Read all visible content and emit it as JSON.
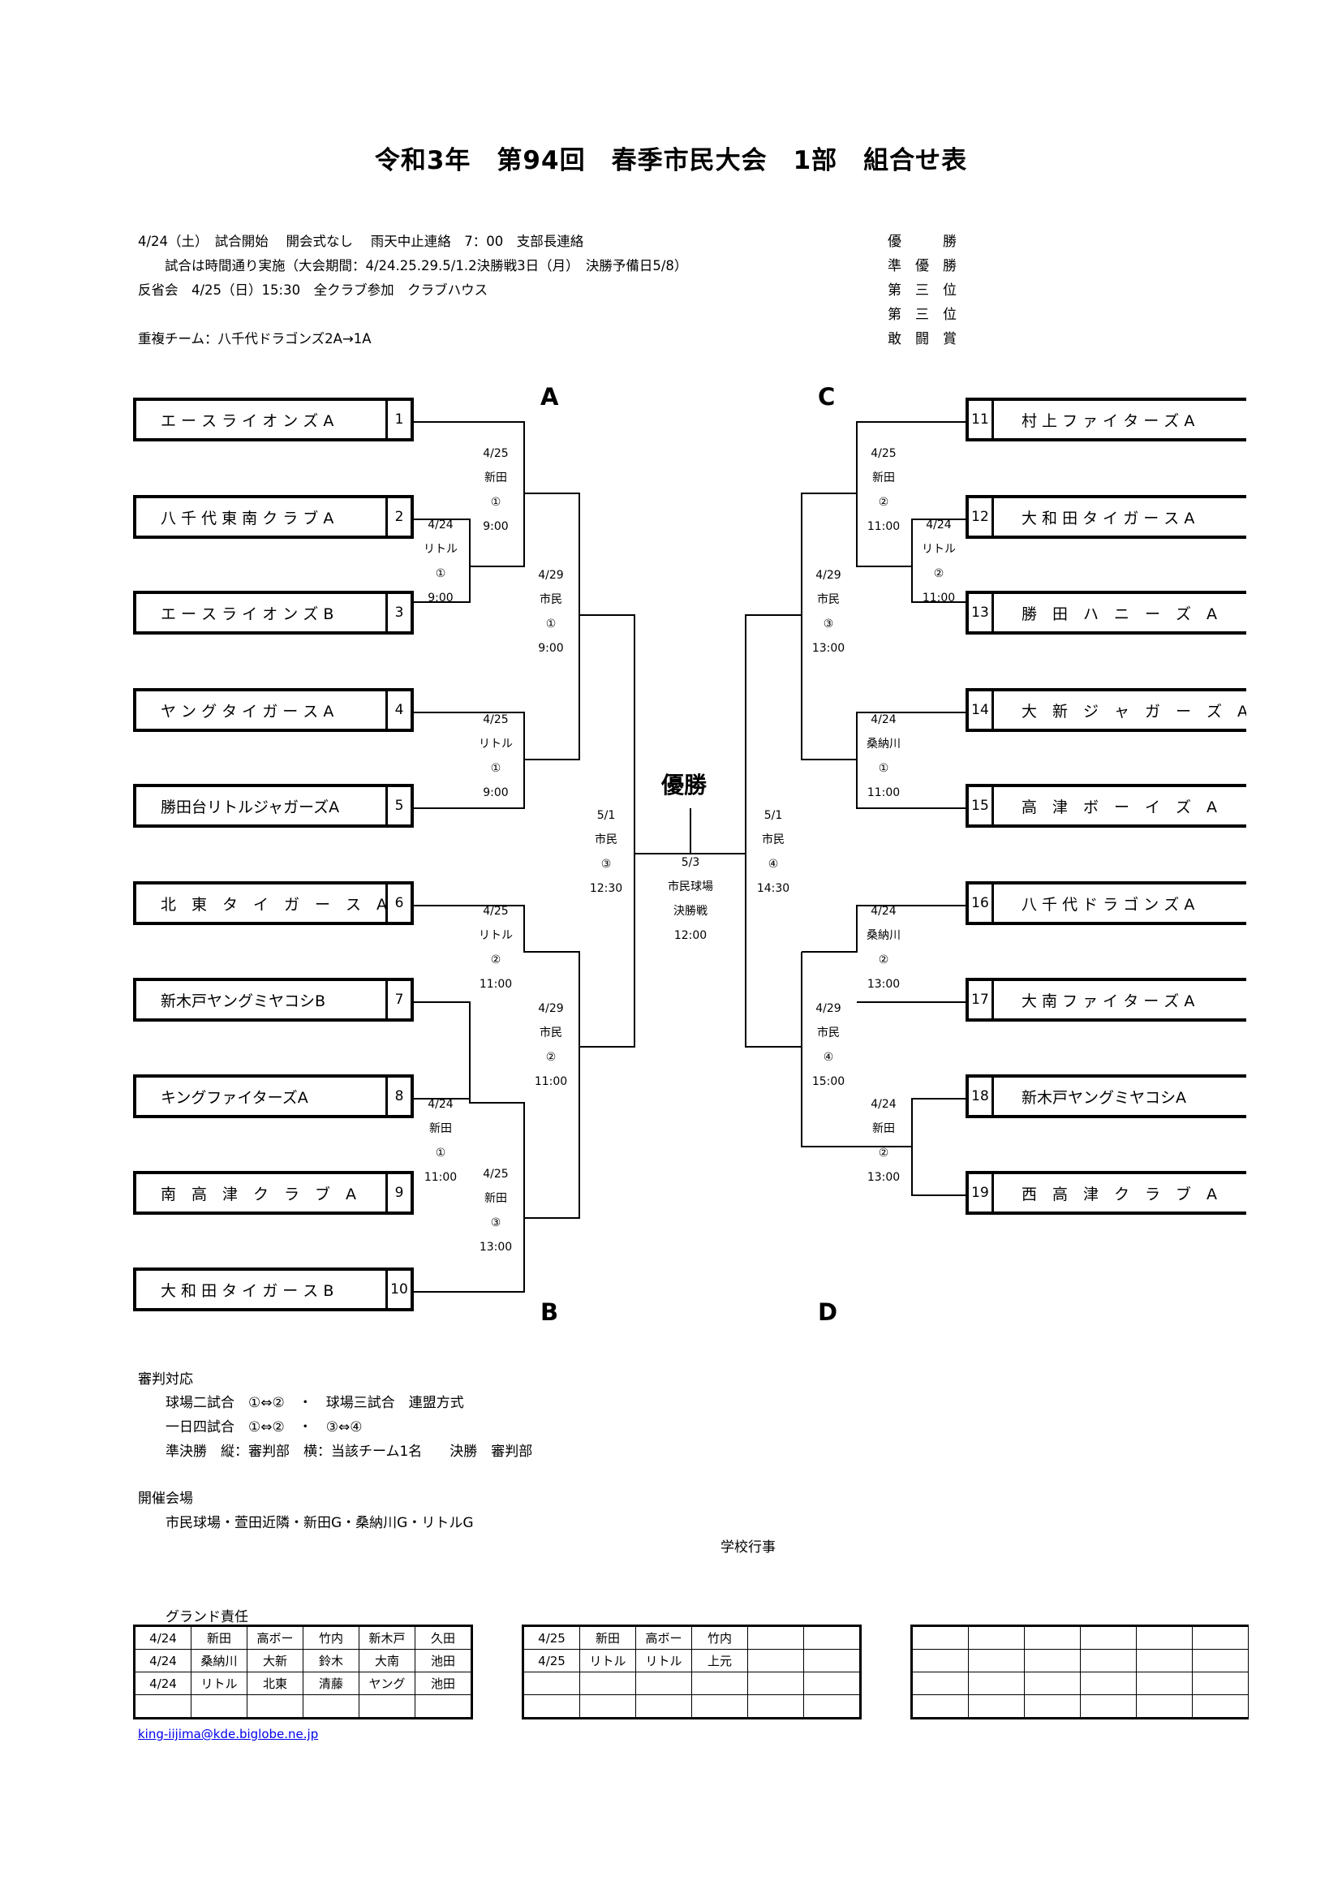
{
  "title": "令和3年　第94回　春季市民大会　1部　組合せ表",
  "info": [
    "4/24（土）　試合開始　 開会式なし　 雨天中止連絡　7：00　支部長連絡",
    "　　試合は時間通り実施（大会期間：4/24.25.29.5/1.2決勝戦3日（月）　決勝予備日5/8）",
    "反省会　4/25（日）15:30　全クラブ参加　クラブハウス",
    "",
    "重複チーム：八千代ドラゴンズ2A→1A"
  ],
  "awards": [
    "優　　　勝",
    "準　優　勝",
    "第　三　位",
    "第　三　位",
    "敢　闘　賞"
  ],
  "groups": {
    "A": "A",
    "B": "B",
    "C": "C",
    "D": "D"
  },
  "teams_left": [
    {
      "no": "1",
      "name": "エ ー ス ラ イ オ ン ズ A"
    },
    {
      "no": "2",
      "name": "八 千 代 東 南 ク ラ ブ A"
    },
    {
      "no": "3",
      "name": "エ ー ス ラ イ オ ン ズ B"
    },
    {
      "no": "4",
      "name": "ヤ ン グ タ イ ガ ー ス A"
    },
    {
      "no": "5",
      "name": "勝田台リトルジャガーズA"
    },
    {
      "no": "6",
      "name": "北　東　タ　イ　ガ　ー　ス　A"
    },
    {
      "no": "7",
      "name": "新木戸ヤングミヤコシB"
    },
    {
      "no": "8",
      "name": "キングファイターズA"
    },
    {
      "no": "9",
      "name": "南　高　津　ク　ラ　ブ　A"
    },
    {
      "no": "10",
      "name": "大 和 田 タ イ ガ ー ス B"
    }
  ],
  "teams_right": [
    {
      "no": "11",
      "name": "村 上 フ ァ イ タ ー ズ A"
    },
    {
      "no": "12",
      "name": "大 和 田 タ イ ガ ー ス A"
    },
    {
      "no": "13",
      "name": "勝　田　ハ　ニ　ー　ズ　A"
    },
    {
      "no": "14",
      "name": "大　新　ジ　ャ　ガ　ー　ズ　A"
    },
    {
      "no": "15",
      "name": "高　津　ボ　ー　イ　ズ　A"
    },
    {
      "no": "16",
      "name": "八 千 代 ド ラ ゴ ン ズ A"
    },
    {
      "no": "17",
      "name": "大 南 フ ァ イ タ ー ズ A"
    },
    {
      "no": "18",
      "name": "新木戸ヤングミヤコシA"
    },
    {
      "no": "19",
      "name": "西　高　津　ク　ラ　ブ　A"
    }
  ],
  "matches": {
    "l1": [
      "4/24",
      "リトル",
      "①",
      "9:00"
    ],
    "l2": [
      "4/25",
      "新田",
      "①",
      "9:00"
    ],
    "l3": [
      "4/25",
      "リトル",
      "①",
      "9:00"
    ],
    "l4": [
      "4/25",
      "リトル",
      "②",
      "11:00"
    ],
    "l5": [
      "4/24",
      "新田",
      "①",
      "11:00"
    ],
    "l6": [
      "4/25",
      "新田",
      "③",
      "13:00"
    ],
    "l7": [
      "4/29",
      "市民",
      "①",
      "9:00"
    ],
    "l8": [
      "4/29",
      "市民",
      "②",
      "11:00"
    ],
    "l9": [
      "5/1",
      "市民",
      "③",
      "12:30"
    ],
    "r1": [
      "4/25",
      "新田",
      "②",
      "11:00"
    ],
    "r2": [
      "4/24",
      "リトル",
      "②",
      "11:00"
    ],
    "r3": [
      "4/24",
      "桑納川",
      "①",
      "11:00"
    ],
    "r4": [
      "4/24",
      "桑納川",
      "②",
      "13:00"
    ],
    "r5": [
      "4/24",
      "新田",
      "②",
      "13:00"
    ],
    "r6": [
      "4/29",
      "市民",
      "③",
      "13:00"
    ],
    "r7": [
      "4/29",
      "市民",
      "④",
      "15:00"
    ],
    "r8": [
      "5/1",
      "市民",
      "④",
      "14:30"
    ],
    "final": [
      "5/3",
      "市民球場",
      "決勝戦",
      "12:00"
    ]
  },
  "champion_label": "優勝",
  "referee": {
    "heading": "審判対応",
    "lines": [
      "　　球場二試合　①⇔②　・　球場三試合　連盟方式",
      "　　一日四試合　①⇔②　・　③⇔④",
      "　　準決勝　縦：審判部　横：当該チーム1名　　決勝　審判部"
    ]
  },
  "venue": {
    "heading": "開催会場",
    "line": "　　市民球場・萱田近隣・新田G・桑納川G・リトルG"
  },
  "school_event": "学校行事",
  "ground": {
    "heading": "グランド責任",
    "table1": [
      [
        "4/24",
        "新田",
        "高ボー",
        "竹内",
        "新木戸",
        "久田"
      ],
      [
        "4/24",
        "桑納川",
        "大新",
        "鈴木",
        "大南",
        "池田"
      ],
      [
        "4/24",
        "リトル",
        "北東",
        "清藤",
        "ヤング",
        "池田"
      ],
      [
        "",
        "",
        "",
        "",
        "",
        ""
      ]
    ],
    "table2": [
      [
        "4/25",
        "新田",
        "高ボー",
        "竹内",
        "",
        ""
      ],
      [
        "4/25",
        "リトル",
        "リトル",
        "上元",
        "",
        ""
      ],
      [
        "",
        "",
        "",
        "",
        "",
        ""
      ],
      [
        "",
        "",
        "",
        "",
        "",
        ""
      ]
    ],
    "table3": [
      [
        "",
        "",
        "",
        "",
        "",
        ""
      ],
      [
        "",
        "",
        "",
        "",
        "",
        ""
      ],
      [
        "",
        "",
        "",
        "",
        "",
        ""
      ],
      [
        "",
        "",
        "",
        "",
        "",
        ""
      ]
    ]
  },
  "email": "king-iijima@kde.biglobe.ne.jp"
}
